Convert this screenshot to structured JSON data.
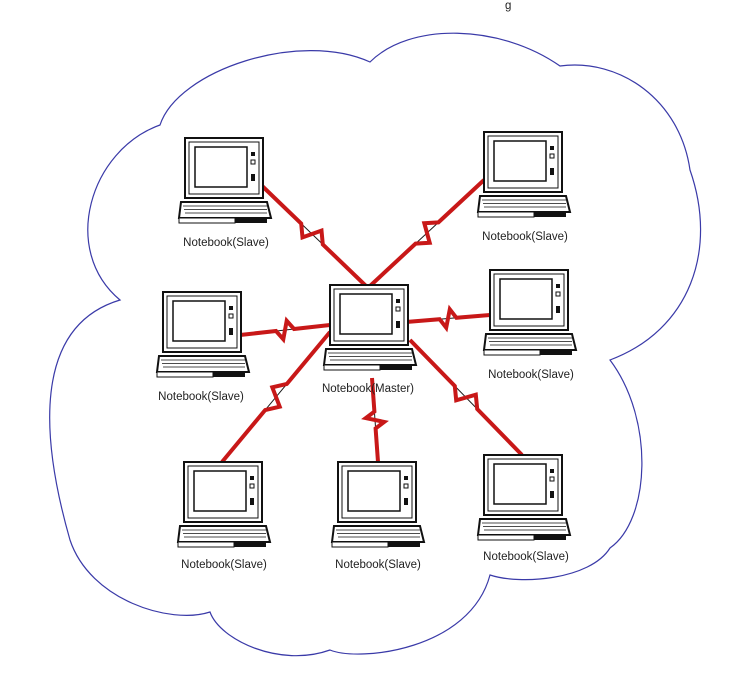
{
  "diagram": {
    "top_text": "g",
    "colors": {
      "cloud": "#3a3aa8",
      "wireless_link": "#c81818",
      "wired_link": "#1a1a1a",
      "device_stroke": "#111111",
      "screen_fill": "#ffffff"
    },
    "nodes": [
      {
        "id": "master",
        "label": "Notebook(Master)",
        "icon": "laptop-icon"
      },
      {
        "id": "slave-1",
        "label": "Notebook(Slave)",
        "icon": "laptop-icon"
      },
      {
        "id": "slave-2",
        "label": "Notebook(Slave)",
        "icon": "laptop-icon"
      },
      {
        "id": "slave-3",
        "label": "Notebook(Slave)",
        "icon": "laptop-icon"
      },
      {
        "id": "slave-4",
        "label": "Notebook(Slave)",
        "icon": "laptop-icon"
      },
      {
        "id": "slave-5",
        "label": "Notebook(Slave)",
        "icon": "laptop-icon"
      },
      {
        "id": "slave-6",
        "label": "Notebook(Slave)",
        "icon": "laptop-icon"
      },
      {
        "id": "slave-7",
        "label": "Notebook(Slave)",
        "icon": "laptop-icon"
      }
    ],
    "links": [
      {
        "from": "master",
        "to": "slave-1",
        "type": "wireless"
      },
      {
        "from": "master",
        "to": "slave-2",
        "type": "wireless"
      },
      {
        "from": "master",
        "to": "slave-3",
        "type": "wireless"
      },
      {
        "from": "master",
        "to": "slave-4",
        "type": "wireless"
      },
      {
        "from": "master",
        "to": "slave-5",
        "type": "wireless"
      },
      {
        "from": "master",
        "to": "slave-6",
        "type": "wireless"
      },
      {
        "from": "master",
        "to": "slave-7",
        "type": "wireless"
      }
    ]
  }
}
